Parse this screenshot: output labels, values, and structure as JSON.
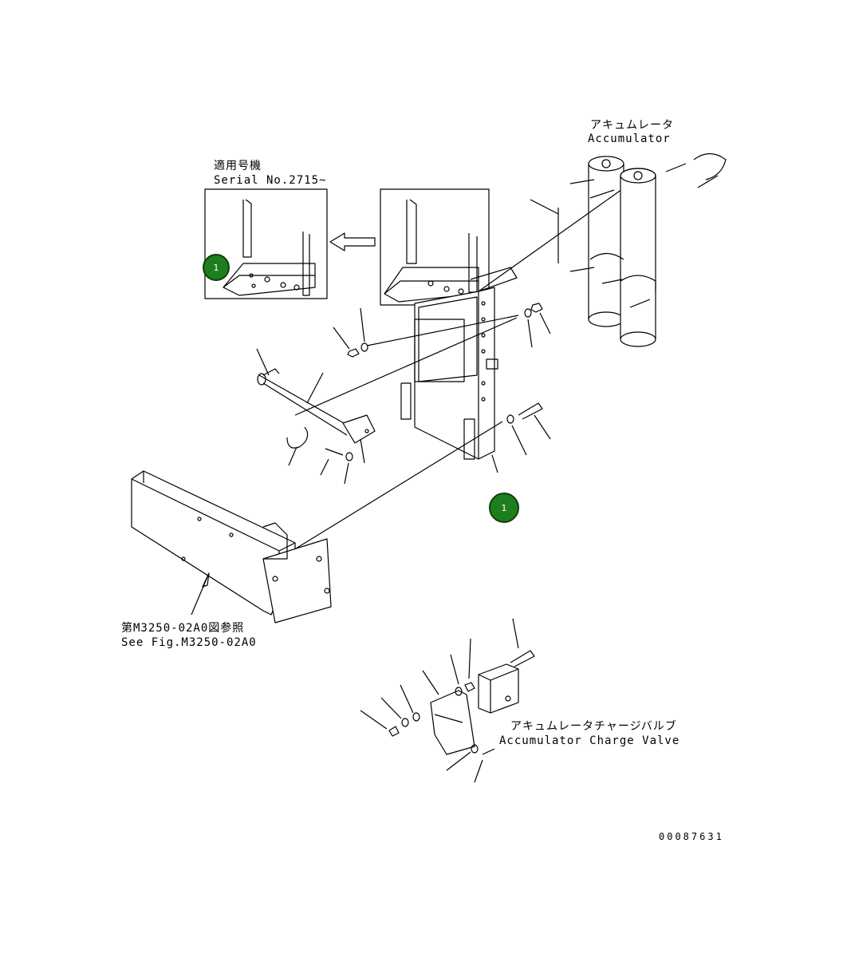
{
  "labels": {
    "serial_jp": "適用号機",
    "serial_en": "Serial No.2715~",
    "accumulator_jp": "アキュムレータ",
    "accumulator_en": "Accumulator",
    "see_fig_jp": "第M3250-02A0図参照",
    "see_fig_en": "See Fig.M3250-02A0",
    "charge_valve_jp": "アキュムレータチャージバルブ",
    "charge_valve_en": "Accumulator Charge Valve",
    "drawing_number": "00087631"
  },
  "callouts": [
    {
      "id": "inset-callout",
      "text": "1"
    },
    {
      "id": "main-callout",
      "text": "1"
    }
  ],
  "colors": {
    "callout_fill": "#1e7d1e",
    "line": "#000000"
  }
}
